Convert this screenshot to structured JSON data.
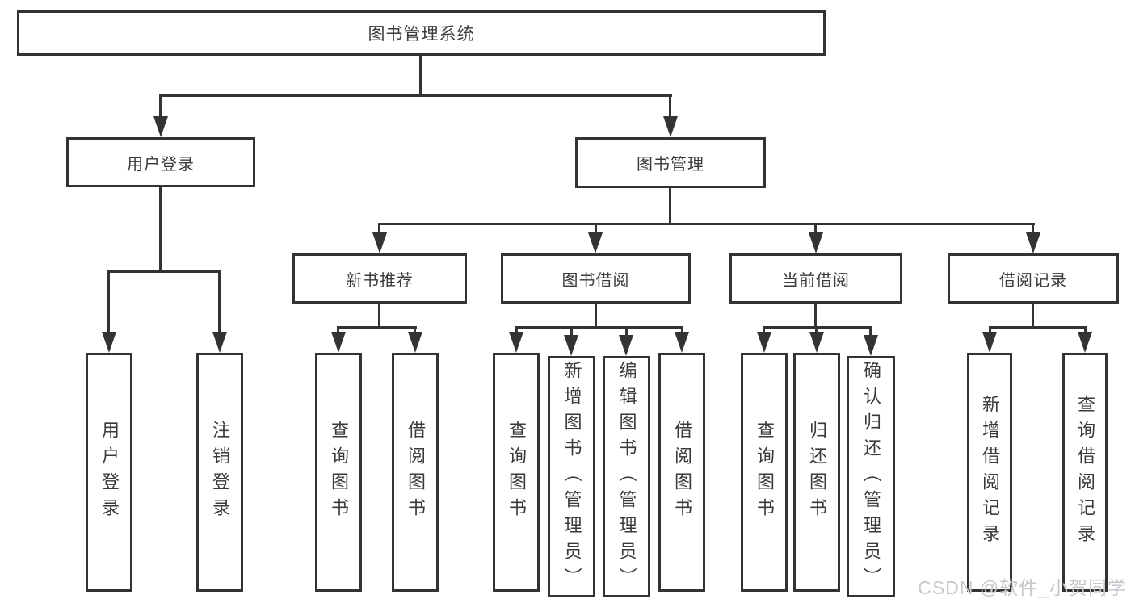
{
  "tree": {
    "root": "图书管理系统",
    "login": {
      "label": "用户登录",
      "items": [
        "用户登录",
        "注销登录"
      ]
    },
    "manage": {
      "label": "图书管理",
      "groups": [
        {
          "label": "新书推荐",
          "items": [
            "查询图书",
            "借阅图书"
          ]
        },
        {
          "label": "图书借阅",
          "items": [
            "查询图书",
            "新增图书（管理员）",
            "编辑图书（管理员）",
            "借阅图书"
          ]
        },
        {
          "label": "当前借阅",
          "items": [
            "查询图书",
            "归还图书",
            "确认归还（管理员）"
          ]
        },
        {
          "label": "借阅记录",
          "items": [
            "新增借阅记录",
            "查询借阅记录"
          ]
        }
      ]
    }
  },
  "watermark": "CSDN @软件_小贺同学",
  "colors": {
    "line": "#333333",
    "text": "#3a3a3a",
    "watermark": "#c5c8cc",
    "background": "#ffffff"
  }
}
